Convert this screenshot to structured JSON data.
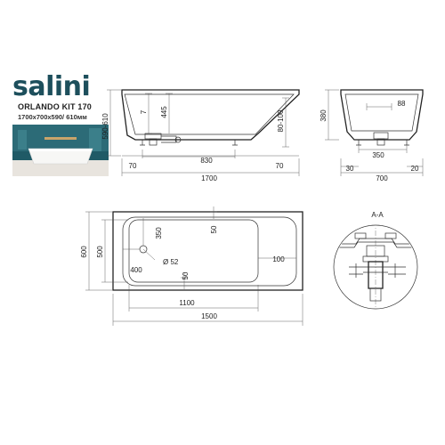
{
  "brand": {
    "logo_text": "salini",
    "color": "#1d4f5c"
  },
  "product": {
    "model": "ORLANDO KIT 170",
    "dimensions": "1700x700x590/ 610мм"
  },
  "side_view": {
    "dims": {
      "height_total": "590-610",
      "rim": "7",
      "depth": "445",
      "drain_height": "80-100",
      "foot_left": "70",
      "foot_span": "830",
      "foot_right": "70",
      "length": "1700"
    }
  },
  "end_view": {
    "dims": {
      "height": "380",
      "drain": "88",
      "foot_span": "350",
      "left": "30",
      "width": "700",
      "right": "20"
    }
  },
  "top_view": {
    "dims": {
      "width_outer": "600",
      "width_inner": "500",
      "drain_offset": "350",
      "drain_diameter": "Ø 52",
      "drain_edge": "400",
      "margin_top": "50",
      "margin_bottom": "50",
      "margin_right": "100",
      "length_inner": "1100",
      "length_outer": "1500"
    }
  },
  "section": {
    "label": "A-A"
  },
  "colors": {
    "line": "#333333",
    "brand": "#1d4f5c"
  }
}
